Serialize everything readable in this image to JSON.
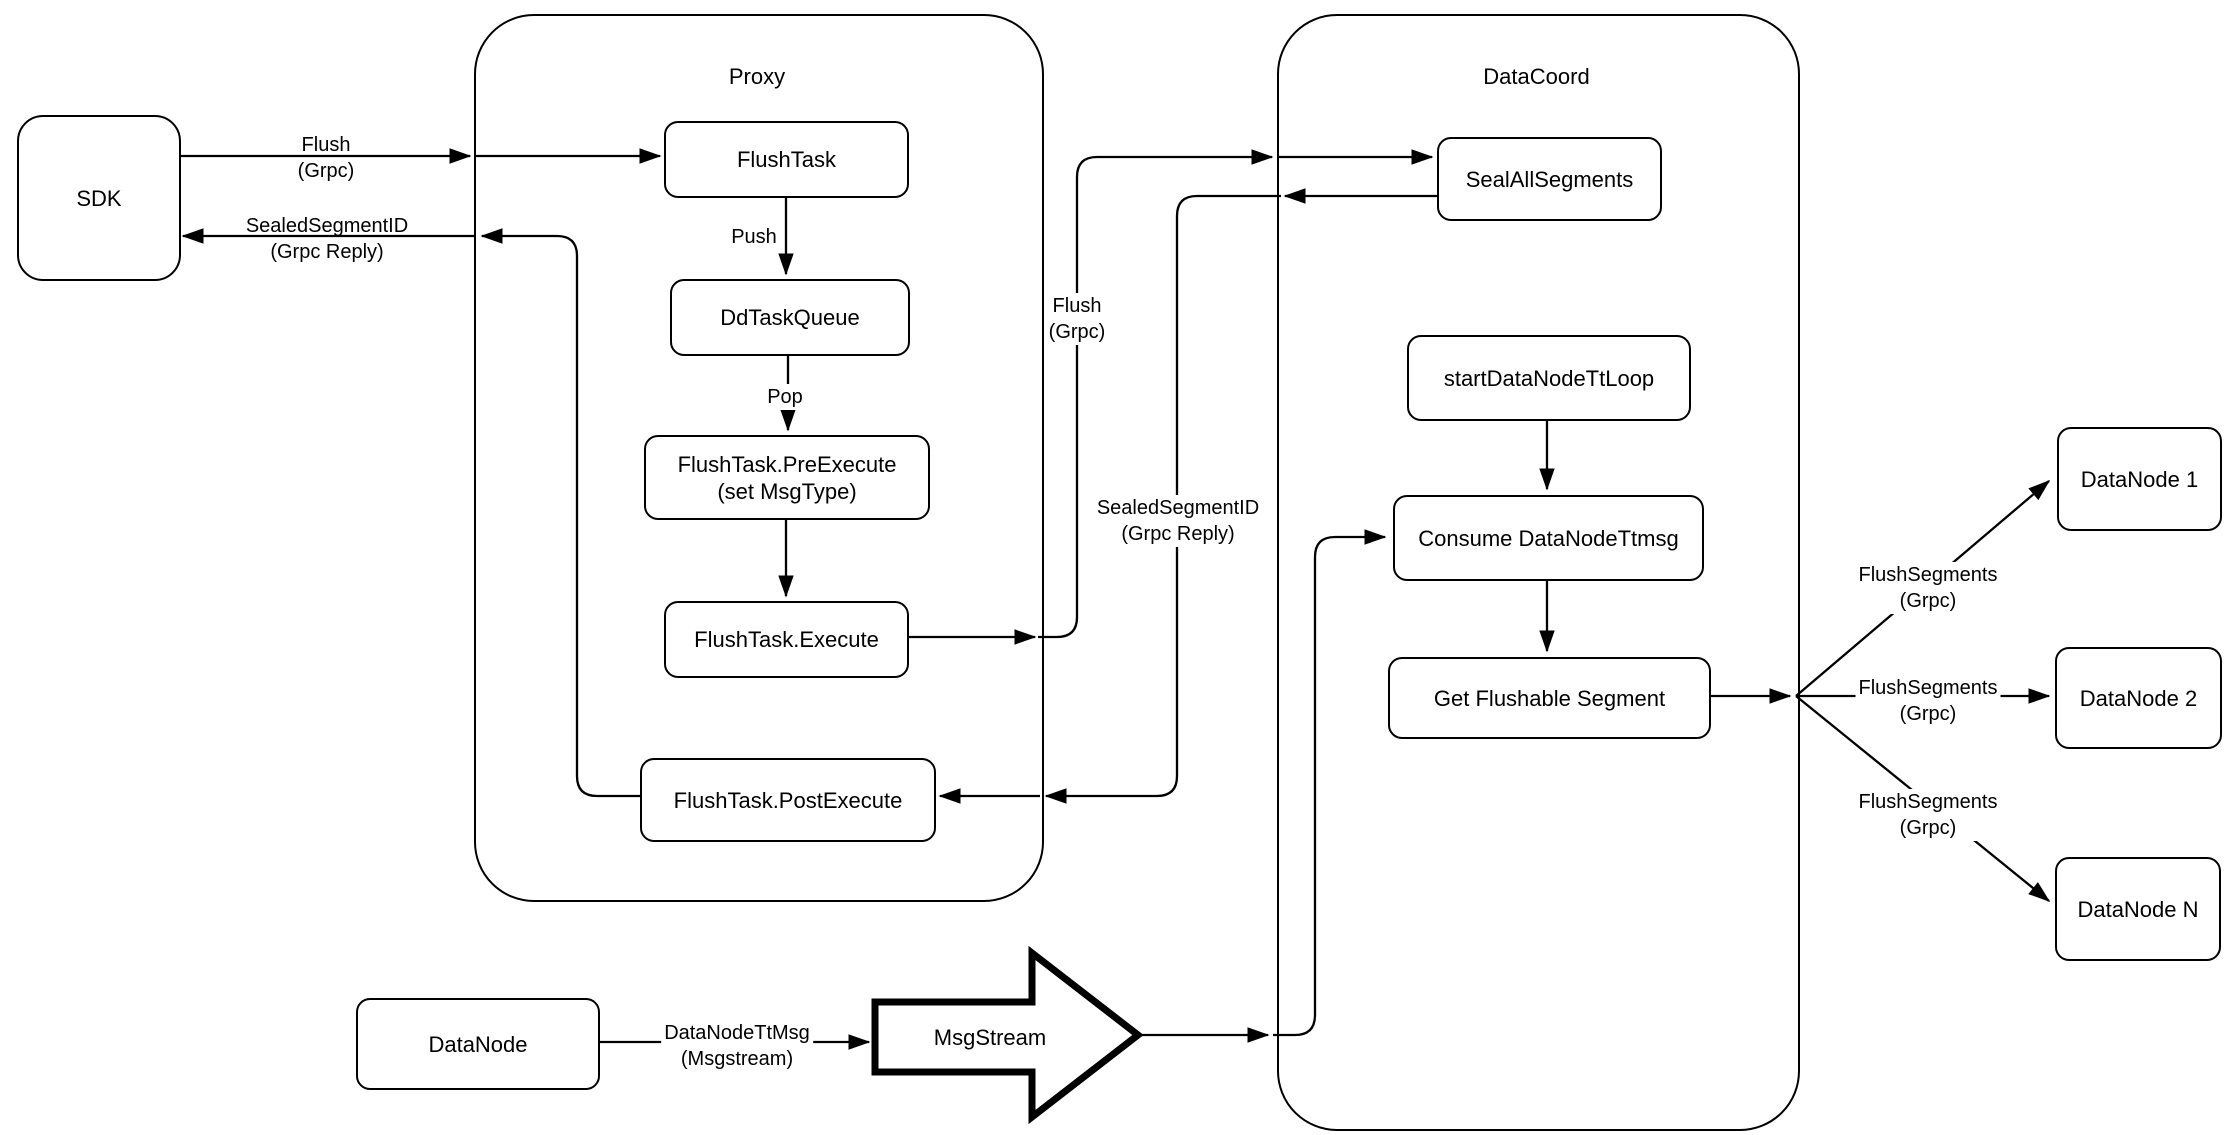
{
  "diagram": {
    "containers": {
      "proxy": {
        "title": "Proxy"
      },
      "datacoord": {
        "title": "DataCoord"
      }
    },
    "nodes": {
      "sdk": {
        "label": "SDK"
      },
      "flush_task": {
        "label": "FlushTask"
      },
      "dd_task_queue": {
        "label": "DdTaskQueue"
      },
      "pre_execute": {
        "label": "FlushTask.PreExecute\n(set MsgType)"
      },
      "execute": {
        "label": "FlushTask.Execute"
      },
      "post_execute": {
        "label": "FlushTask.PostExecute"
      },
      "seal_all_segments": {
        "label": "SealAllSegments"
      },
      "start_datanode_ttloop": {
        "label": "startDataNodeTtLoop"
      },
      "consume_datanode_ttmsg": {
        "label": "Consume DataNodeTtmsg"
      },
      "get_flushable_segment": {
        "label": "Get Flushable Segment"
      },
      "datanode_1": {
        "label": "DataNode 1"
      },
      "datanode_2": {
        "label": "DataNode 2"
      },
      "datanode_n": {
        "label": "DataNode N"
      },
      "datanode_src": {
        "label": "DataNode"
      },
      "msgstream": {
        "label": "MsgStream"
      }
    },
    "edge_labels": {
      "flush_grpc_sdk": "Flush\n(Grpc)",
      "sealed_reply_sdk": "SealedSegmentID\n(Grpc Reply)",
      "push": "Push",
      "pop": "Pop",
      "flush_grpc_mid": "Flush\n(Grpc)",
      "sealed_reply_mid": "SealedSegmentID\n(Grpc Reply)",
      "flush_segments_1": "FlushSegments\n(Grpc)",
      "flush_segments_2": "FlushSegments\n(Grpc)",
      "flush_segments_3": "FlushSegments\n(Grpc)",
      "datanode_ttmsg": "DataNodeTtMsg\n(Msgstream)"
    },
    "colors": {
      "stroke": "#000000",
      "fill": "#ffffff"
    }
  }
}
